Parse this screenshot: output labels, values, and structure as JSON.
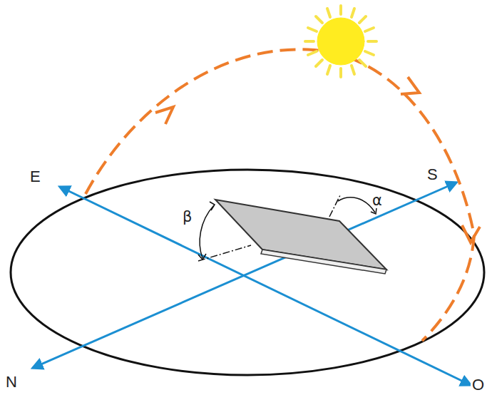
{
  "diagram": {
    "labels": [
      "E",
      "S",
      "N",
      "O",
      "β",
      "α"
    ]
  }
}
